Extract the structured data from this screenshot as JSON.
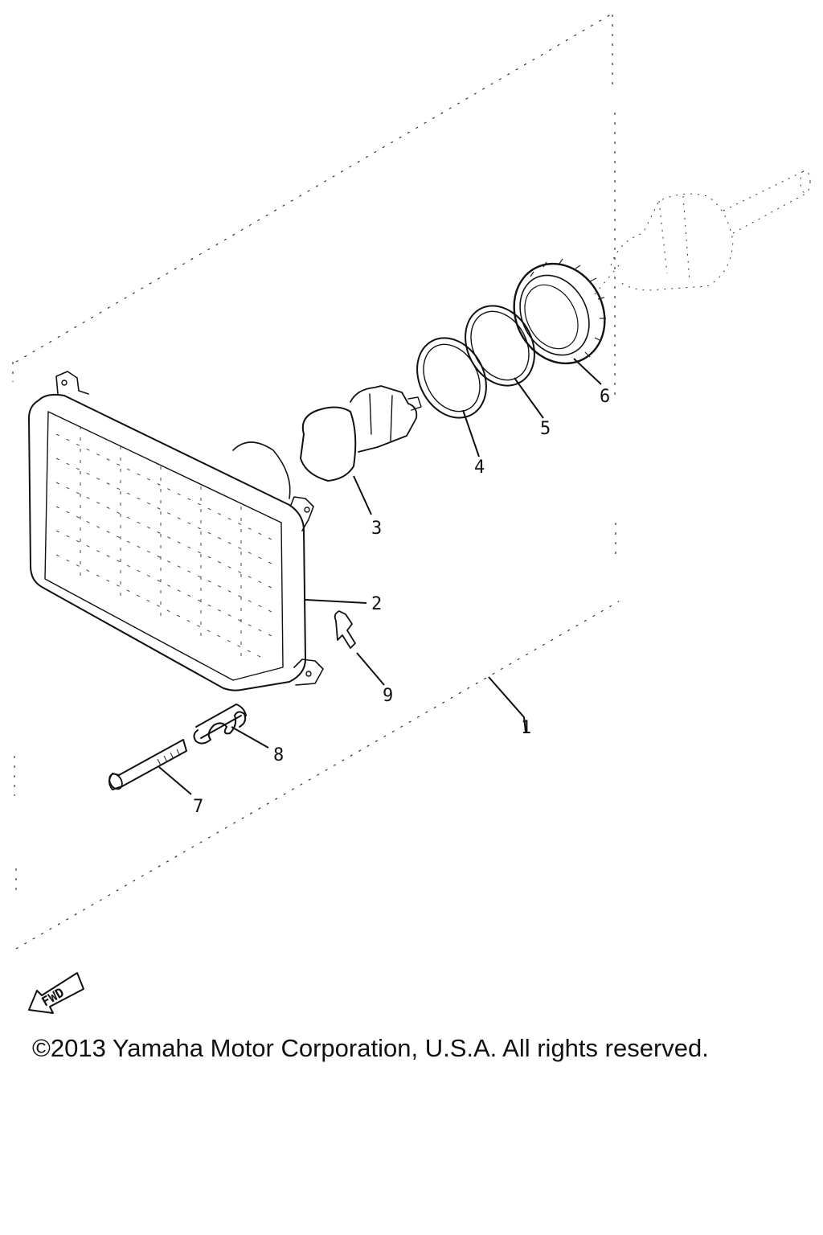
{
  "diagram": {
    "callouts": [
      {
        "id": "1",
        "label": "1"
      },
      {
        "id": "2",
        "label": "2"
      },
      {
        "id": "3",
        "label": "3"
      },
      {
        "id": "4",
        "label": "4"
      },
      {
        "id": "5",
        "label": "5"
      },
      {
        "id": "6",
        "label": "6"
      },
      {
        "id": "7",
        "label": "7"
      },
      {
        "id": "8",
        "label": "8"
      },
      {
        "id": "9",
        "label": "9"
      }
    ],
    "fwd_label": "FWD"
  },
  "footer": {
    "copyright": "©2013 Yamaha Motor Corporation, U.S.A. All rights reserved."
  }
}
